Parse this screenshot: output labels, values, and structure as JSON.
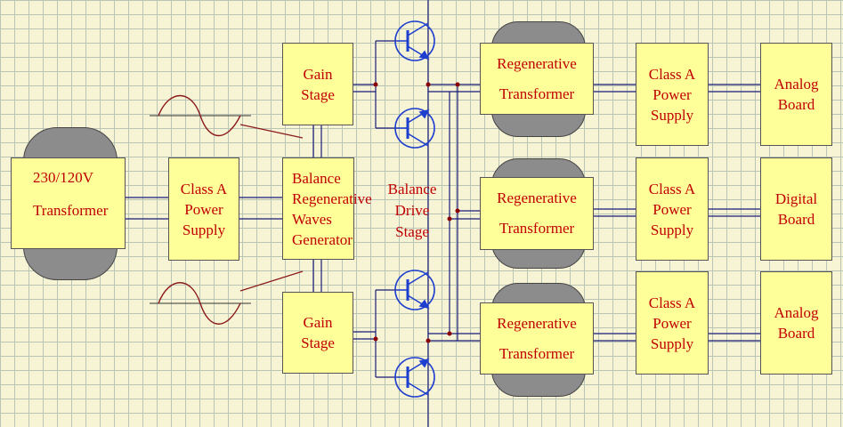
{
  "main_transformer": {
    "line1": "230/120V",
    "line2": "Transformer"
  },
  "input_psu": {
    "line1": "Class A",
    "line2": "Power",
    "line3": "Supply"
  },
  "gain_top": {
    "line1": "Gain",
    "line2": "Stage"
  },
  "gain_bottom": {
    "line1": "Gain",
    "line2": "Stage"
  },
  "generator": {
    "line1": "Balance",
    "line2": "Regenerative",
    "line3": "Waves",
    "line4": "Generator"
  },
  "drive_stage": {
    "line1": "Balance",
    "line2": "Drive",
    "line3": "Stage"
  },
  "regen_transformers": [
    {
      "line1": "Regenerative",
      "line2": "Transformer"
    },
    {
      "line1": "Regenerative",
      "line2": "Transformer"
    },
    {
      "line1": "Regenerative",
      "line2": "Transformer"
    }
  ],
  "output_psus": [
    {
      "line1": "Class A",
      "line2": "Power",
      "line3": "Supply"
    },
    {
      "line1": "Class A",
      "line2": "Power",
      "line3": "Supply"
    },
    {
      "line1": "Class A",
      "line2": "Power",
      "line3": "Supply"
    }
  ],
  "boards": [
    {
      "line1": "Analog",
      "line2": "Board"
    },
    {
      "line1": "Digital",
      "line2": "Board"
    },
    {
      "line1": "Analog",
      "line2": "Board"
    }
  ],
  "colors": {
    "box_fill": "#ffff99",
    "label_text": "#c00000",
    "wire": "#1a1a7a",
    "junction": "#8b0000",
    "transistor": "#1f3fcf",
    "core": "#8c8c8c",
    "sine": "#8b1a1a"
  }
}
